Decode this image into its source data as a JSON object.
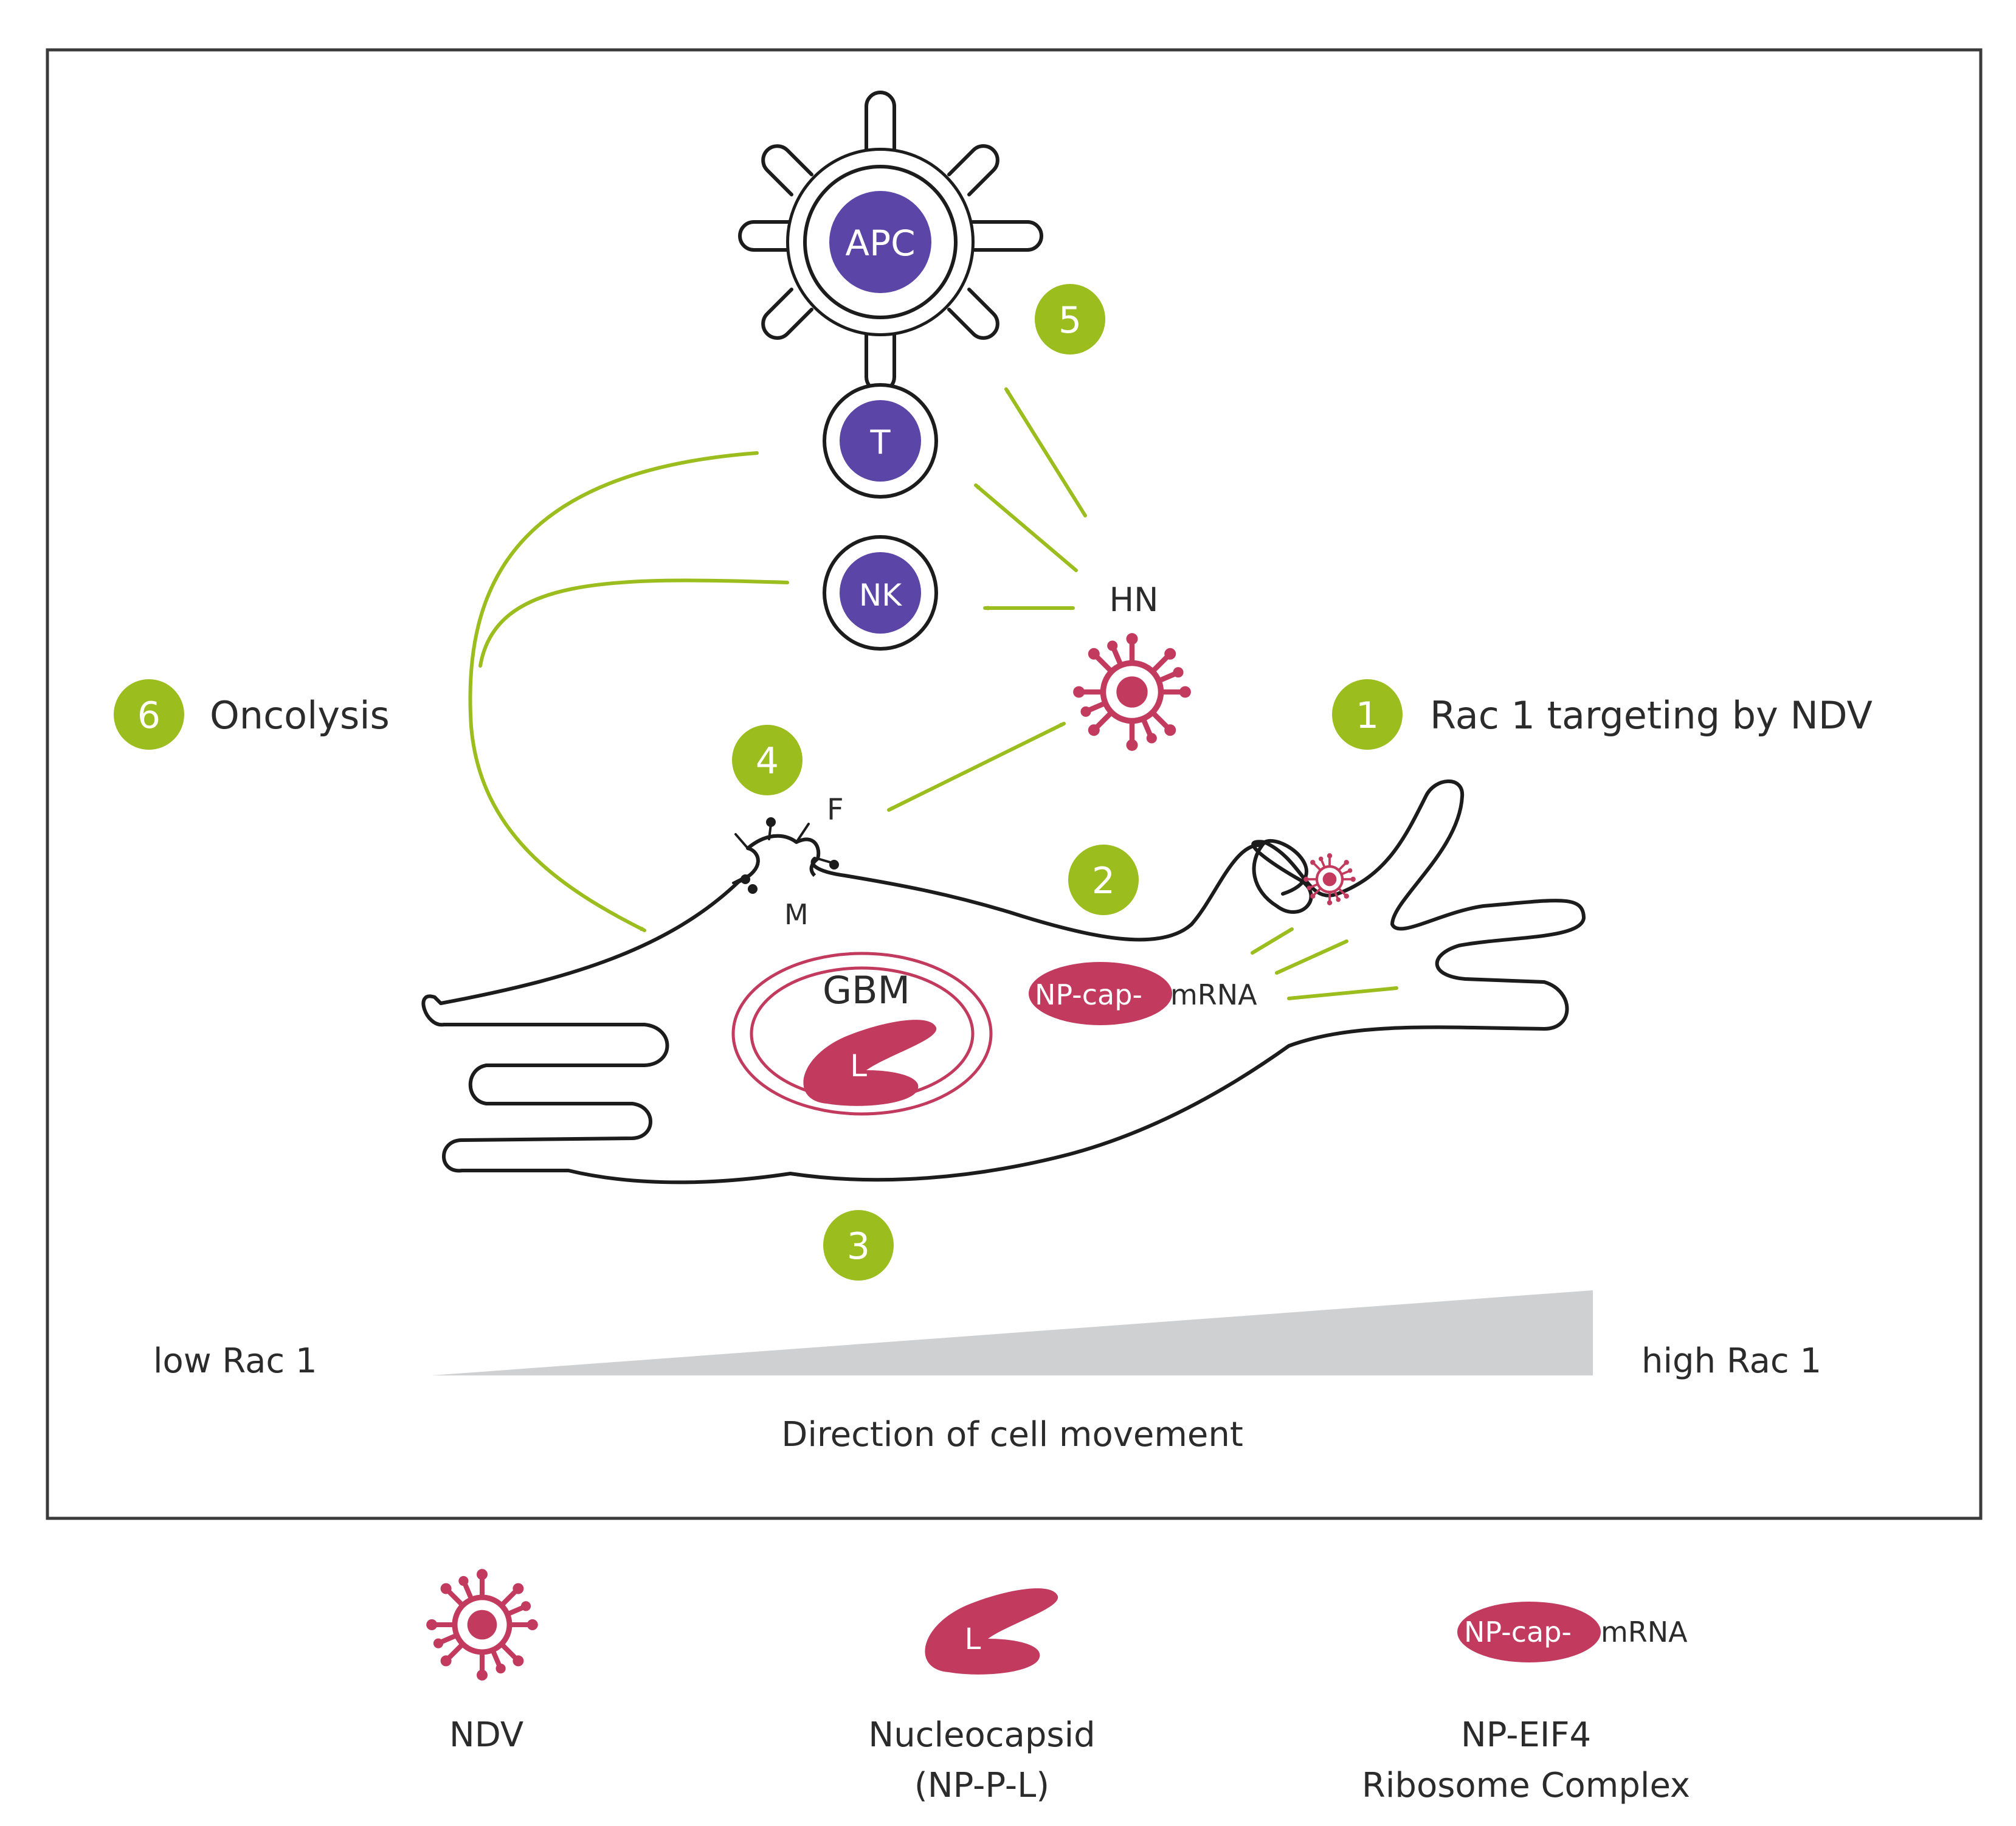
{
  "diagram": {
    "cells": {
      "apc": "APC",
      "t_cell": "T",
      "nk_cell": "NK"
    },
    "labels": {
      "hn": "HN",
      "f": "F",
      "m": "M",
      "gbm": "GBM",
      "l": "L",
      "np_cap": "NP-cap-",
      "mrna": "mRNA"
    },
    "steps": [
      {
        "num": "1",
        "text": "Rac 1 targeting by NDV"
      },
      {
        "num": "2",
        "text": ""
      },
      {
        "num": "3",
        "text": ""
      },
      {
        "num": "4",
        "text": ""
      },
      {
        "num": "5",
        "text": ""
      },
      {
        "num": "6",
        "text": "Oncolysis"
      }
    ],
    "gradient": {
      "low_label": "low Rac 1",
      "high_label": "high Rac 1",
      "direction_label": "Direction of cell movement"
    }
  },
  "legend": {
    "ndv": {
      "label": "NDV"
    },
    "nucleocapsid": {
      "icon_text": "L",
      "line1": "Nucleocapsid",
      "line2": "(NP-P-L)"
    },
    "complex": {
      "pill_text": "NP-cap-",
      "suffix": "mRNA",
      "line1": "NP-EIF4",
      "line2": "Ribosome Complex"
    }
  },
  "colors": {
    "green": "#9bbd1e",
    "purple": "#5b45a6",
    "crimson": "#c23a5e",
    "outline": "#1c1c1c",
    "gradient_grey": "#cfd0d2"
  }
}
